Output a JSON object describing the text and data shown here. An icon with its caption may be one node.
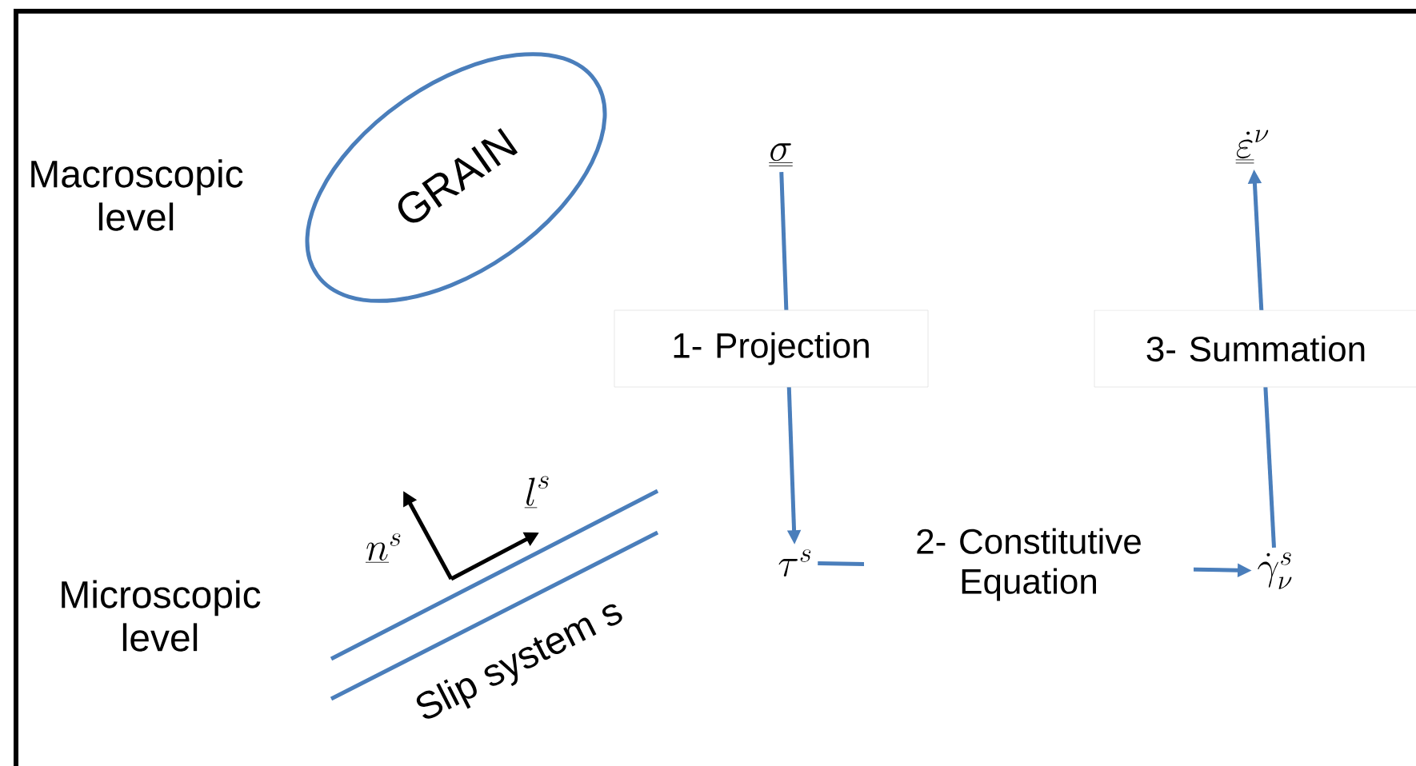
{
  "diagram": {
    "nodes": [
      {
        "text": [
          "GRAIN"
        ]
      },
      {
        "text": [
          "\\underline{\\underline{\\sigma}}"
        ]
      },
      {
        "text": [
          "\\underline{\\underline{\\dot{\\varepsilon}}}^{\\nu}"
        ]
      },
      {
        "text": [
          "\\tau^{s}"
        ]
      },
      {
        "text": [
          "\\dot{\\gamma}_{\\nu}^{s}"
        ]
      }
    ],
    "edges": [
      {
        "from": 1,
        "to": 3,
        "arrow": "to",
        "label": "1- Projection"
      },
      {
        "from": 3,
        "to": 4,
        "arrow": "to",
        "label": "2- Constitutive Equation"
      },
      {
        "from": 4,
        "to": 2,
        "arrow": "to",
        "label": "3- Summation"
      }
    ],
    "labels": [
      "Macroscopic level",
      "Microscopic level",
      "\\underline{n}^{s}",
      "\\underline{l}^{s}",
      "Slip system s"
    ]
  }
}
